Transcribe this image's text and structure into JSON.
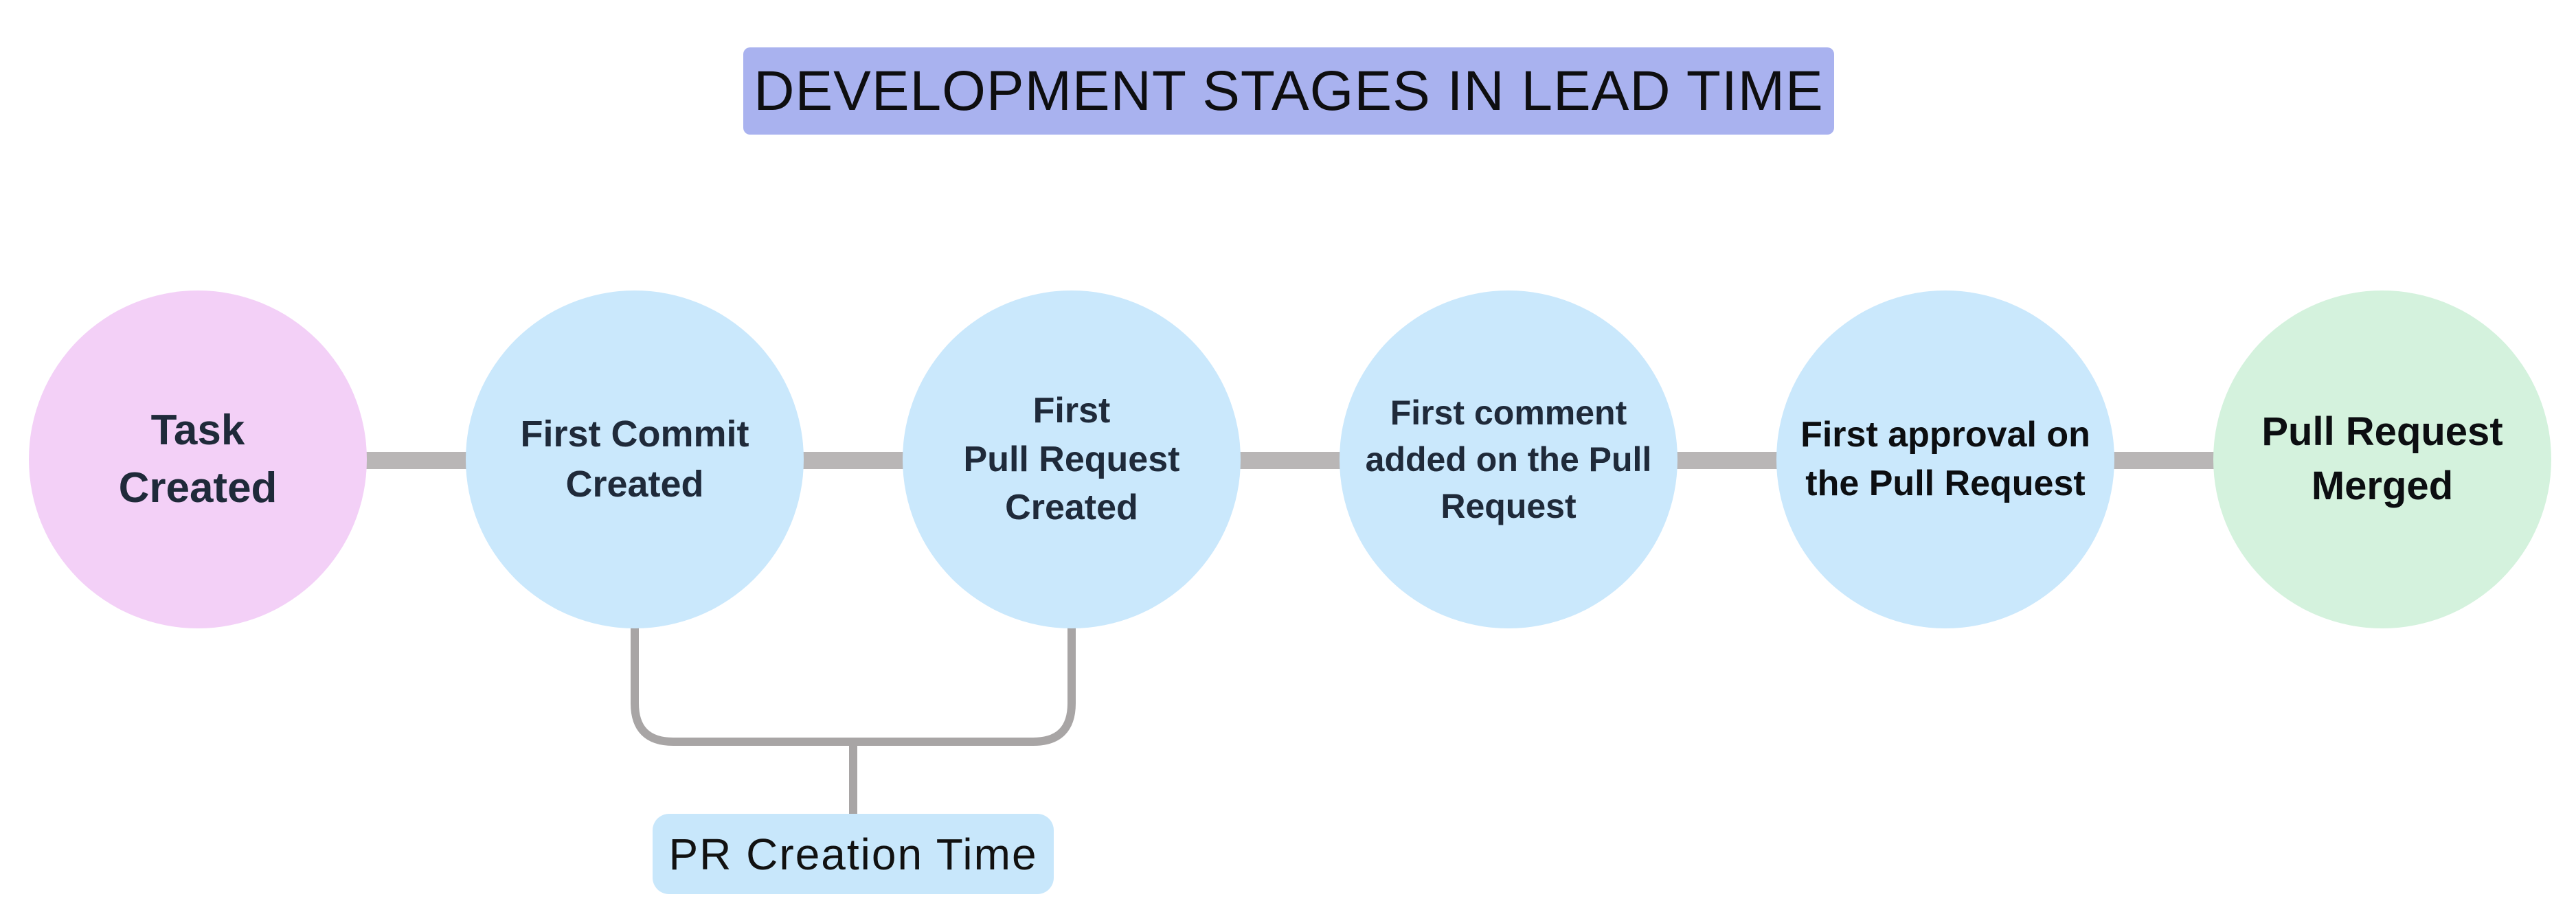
{
  "title": {
    "text": "DEVELOPMENT STAGES IN LEAD TIME",
    "bg": "#a9b2ef",
    "text_color": "#0e0e10"
  },
  "stages": [
    {
      "label": "Task\nCreated",
      "fill": "#f3d0f7",
      "text_color": "#1f2a3a"
    },
    {
      "label": "First Commit\nCreated",
      "fill": "#cae8fc",
      "text_color": "#1f2a3a"
    },
    {
      "label": "First\nPull Request\nCreated",
      "fill": "#cae8fc",
      "text_color": "#1f2a3a"
    },
    {
      "label": "First comment\nadded on the Pull\nRequest",
      "fill": "#cae8fc",
      "text_color": "#1f2a3a"
    },
    {
      "label": "First approval on\nthe Pull Request",
      "fill": "#cae8fc",
      "text_color": "#0c0e11"
    },
    {
      "label": "Pull Request\nMerged",
      "fill": "#d4f2dd",
      "text_color": "#0c0e11"
    }
  ],
  "annotation": {
    "label": "PR Creation Time",
    "bg": "#c8e7fb",
    "text_color": "#111111"
  },
  "colors": {
    "connector": "#b9b6b6",
    "bracket": "#a8a5a5",
    "background": "#ffffff"
  }
}
